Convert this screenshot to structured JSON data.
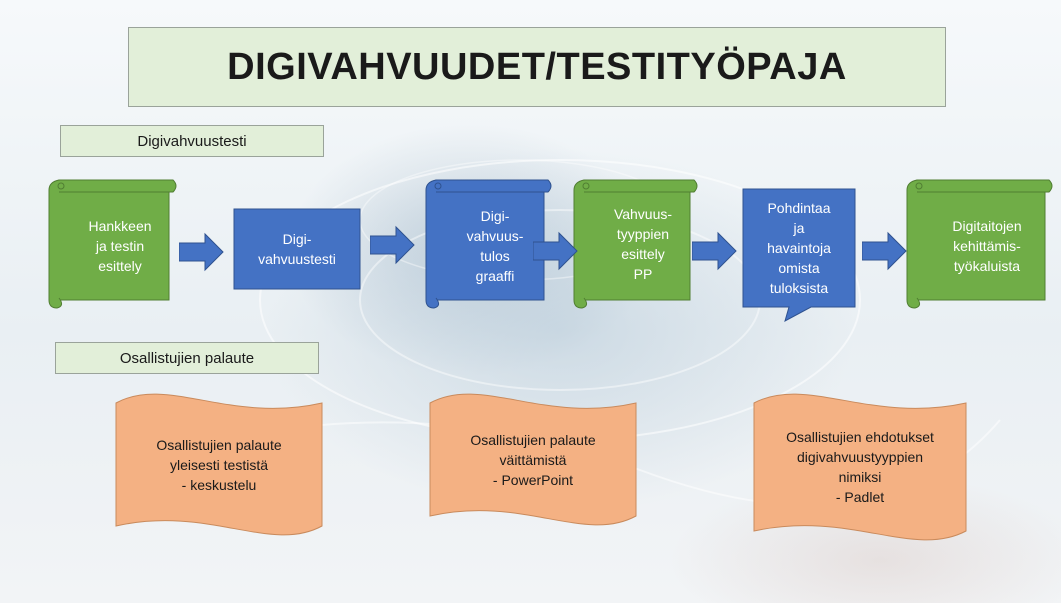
{
  "title": "DIGIVAHVUUDET/TESTITYÖPAJA",
  "section_test": "Digivahvuustesti",
  "section_feedback": "Osallistujien palaute",
  "flow": [
    {
      "text": "Hankkeen\nja testin\nesittely",
      "shape": "scroll",
      "color": "#70ad47"
    },
    {
      "text": "Digi-\nvahvuustesti",
      "shape": "rect",
      "color": "#4472c4"
    },
    {
      "text": "Digi-\nvahvuus-\ntulos\ngraaffi",
      "shape": "scroll",
      "color": "#4472c4"
    },
    {
      "text": "Vahvuus-\ntyyppien\nesittely\nPP",
      "shape": "scroll",
      "color": "#70ad47"
    },
    {
      "text": "Pohdintaa\nja\nhavaintoja\nomista\ntuloksista",
      "shape": "callout",
      "color": "#4472c4"
    },
    {
      "text": "Digitaitojen\nkehittämis-\ntyökaluista",
      "shape": "scroll",
      "color": "#70ad47"
    }
  ],
  "feedback": [
    {
      "text": "Osallistujien palaute\nyleisesti testistä\n- keskustelu"
    },
    {
      "text": "Osallistujien palaute\nväittämistä\n- PowerPoint"
    },
    {
      "text": "Osallistujien ehdotukset\ndigivahvuustyyppien\nnimiksi\n- Padlet"
    }
  ],
  "colors": {
    "arrow": "#4472c4",
    "wave": "#f4b183",
    "wave_border": "#c98a5c",
    "green_dark": "#507e32",
    "blue_dark": "#2f528f"
  }
}
